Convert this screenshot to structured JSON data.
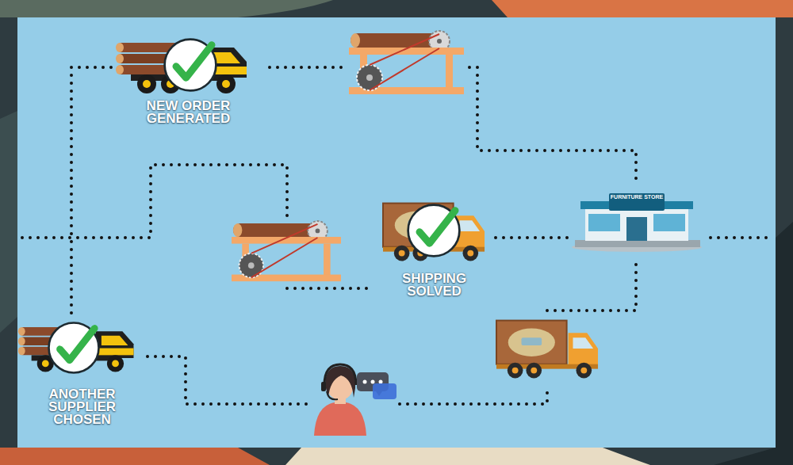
{
  "diagram": {
    "nodes": [
      {
        "text": [
          "NEW ORDER GENERATED"
        ]
      },
      {
        "text": [
          "FURNITURE STORE"
        ]
      },
      {
        "text": [
          "SHIPPING SOLVED"
        ]
      },
      {
        "text": [
          "ANOTHER SUPPLIER CHOSEN"
        ]
      }
    ],
    "edges": [
      {
        "from": 0,
        "to": 3,
        "arrow": "none"
      },
      {
        "from": 2,
        "to": 1,
        "arrow": "none"
      }
    ]
  }
}
